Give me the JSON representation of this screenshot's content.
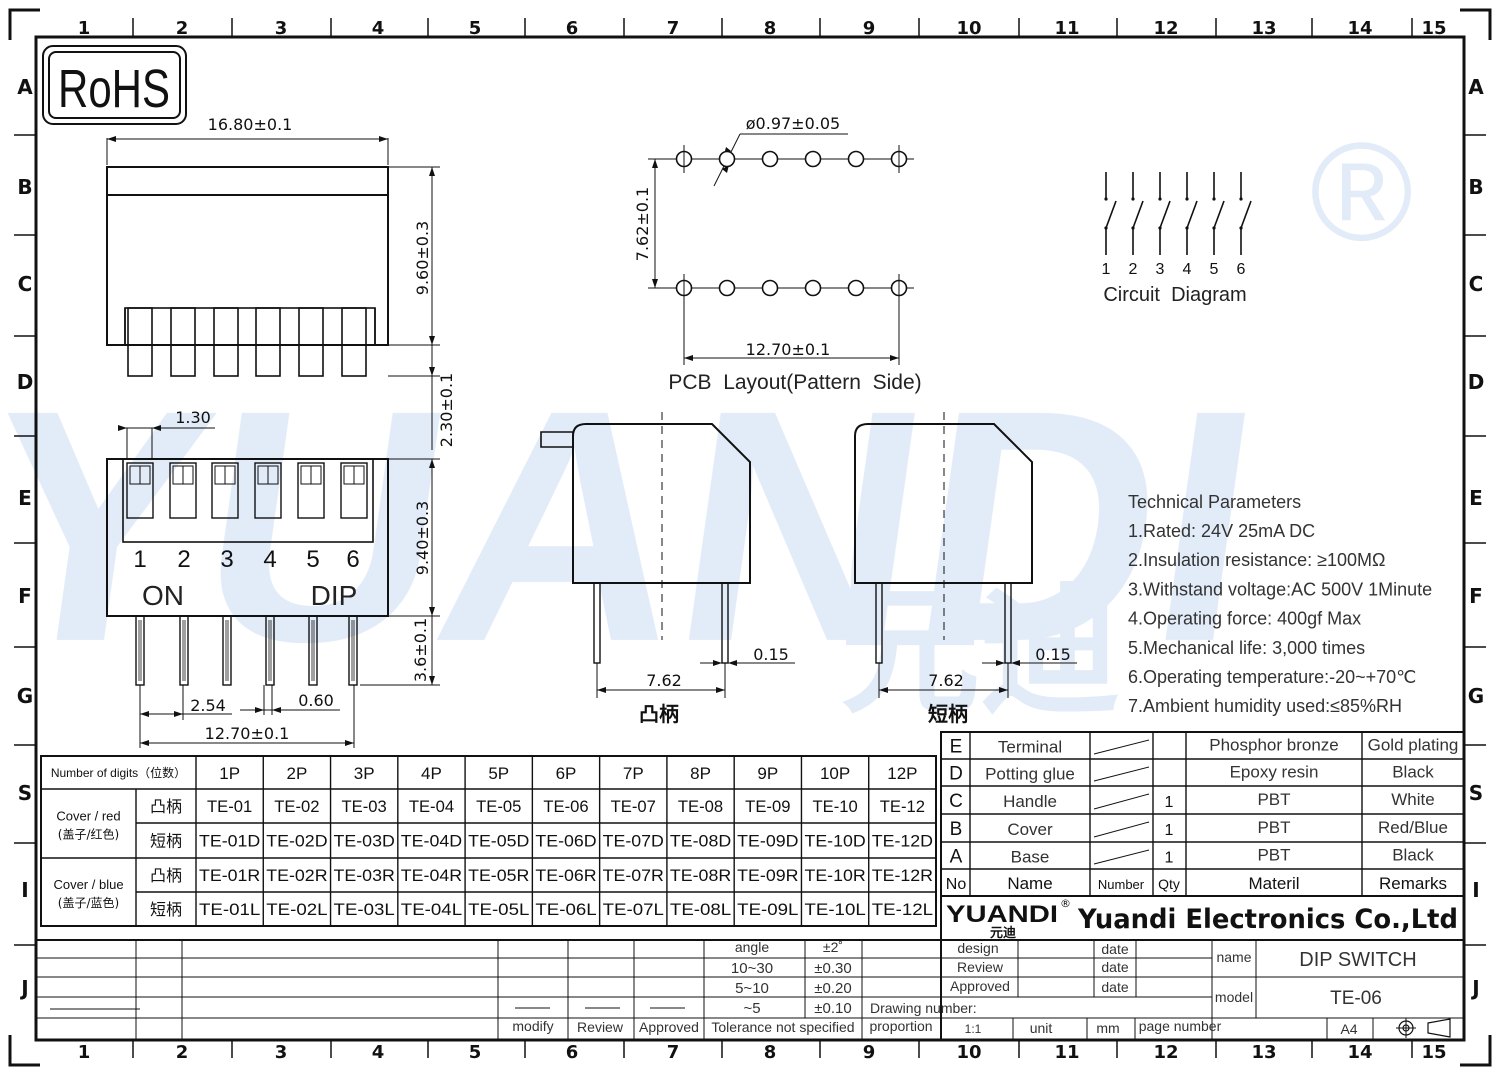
{
  "border": {
    "columns": [
      "1",
      "2",
      "3",
      "4",
      "5",
      "6",
      "7",
      "8",
      "9",
      "10",
      "11",
      "12",
      "13",
      "14",
      "15"
    ],
    "rows": [
      "A",
      "B",
      "C",
      "D",
      "E",
      "F",
      "G",
      "S",
      "I",
      "J"
    ]
  },
  "rohs": "RoHS",
  "watermark": {
    "text": "YUANDI",
    "cn": "元迪",
    "registered": "®"
  },
  "top_view": {
    "width_dim": "16.80±0.1",
    "height_dim": "9.60±0.3",
    "pin_dim": "2.30±0.1"
  },
  "front_view": {
    "pitch_dim": "1.30",
    "numbers": [
      "1",
      "2",
      "3",
      "4",
      "5",
      "6"
    ],
    "on_label": "ON",
    "dip_label": "DIP",
    "height_dim": "9.40±0.3",
    "pin_len_dim": "3.6±0.1",
    "pin_pitch_dim": "2.54",
    "pin_width_dim": "0.60",
    "span_dim": "12.70±0.1"
  },
  "pcb_layout": {
    "hole_dim": "ø0.97±0.05",
    "row_spacing_dim": "7.62±0.1",
    "span_dim": "12.70±0.1",
    "caption": "PCB  Layout(Pattern  Side)"
  },
  "side_views": [
    {
      "span": "7.62",
      "thickness": "0.15",
      "caption": "凸柄"
    },
    {
      "span": "7.62",
      "thickness": "0.15",
      "caption": "短柄"
    }
  ],
  "circuit": {
    "numbers": [
      "1",
      "2",
      "3",
      "4",
      "5",
      "6"
    ],
    "caption": "Circuit  Diagram"
  },
  "technical": {
    "title": "Technical Parameters",
    "lines": [
      "1.Rated: 24V 25mA  DC",
      "2.Insulation resistance: ≥100MΩ",
      "3.Withstand voltage:AC 500V 1Minute",
      "4.Operating force: 400gf Max",
      "5.Mechanical life: 3,000 times",
      "6.Operating temperature:-20~+70℃",
      "7.Ambient humidity used:≤85%RH"
    ]
  },
  "part_table": {
    "header_label": "Number of digits（位数）",
    "headers": [
      "1P",
      "2P",
      "3P",
      "4P",
      "5P",
      "6P",
      "7P",
      "8P",
      "9P",
      "10P",
      "12P"
    ],
    "groups": [
      {
        "label": "Cover / red",
        "sub": "(盖子/红色)",
        "rows": [
          {
            "type": "凸柄",
            "cells": [
              "TE-01",
              "TE-02",
              "TE-03",
              "TE-04",
              "TE-05",
              "TE-06",
              "TE-07",
              "TE-08",
              "TE-09",
              "TE-10",
              "TE-12"
            ]
          },
          {
            "type": "短柄",
            "cells": [
              "TE-01D",
              "TE-02D",
              "TE-03D",
              "TE-04D",
              "TE-05D",
              "TE-06D",
              "TE-07D",
              "TE-08D",
              "TE-09D",
              "TE-10D",
              "TE-12D"
            ]
          }
        ]
      },
      {
        "label": "Cover / blue",
        "sub": "(盖子/蓝色)",
        "rows": [
          {
            "type": "凸柄",
            "cells": [
              "TE-01R",
              "TE-02R",
              "TE-03R",
              "TE-04R",
              "TE-05R",
              "TE-06R",
              "TE-07R",
              "TE-08R",
              "TE-09R",
              "TE-10R",
              "TE-12R"
            ]
          },
          {
            "type": "短柄",
            "cells": [
              "TE-01L",
              "TE-02L",
              "TE-03L",
              "TE-04L",
              "TE-05L",
              "TE-06L",
              "TE-07L",
              "TE-08L",
              "TE-09L",
              "TE-10L",
              "TE-12L"
            ]
          }
        ]
      }
    ]
  },
  "bom": {
    "rows": [
      {
        "no": "E",
        "name": "Terminal",
        "qty": "",
        "material": "Phosphor bronze",
        "remarks": "Gold plating"
      },
      {
        "no": "D",
        "name": "Potting glue",
        "qty": "",
        "material": "Epoxy resin",
        "remarks": "Black"
      },
      {
        "no": "C",
        "name": "Handle",
        "qty": "1",
        "material": "PBT",
        "remarks": "White"
      },
      {
        "no": "B",
        "name": "Cover",
        "qty": "1",
        "material": "PBT",
        "remarks": "Red/Blue"
      },
      {
        "no": "A",
        "name": "Base",
        "qty": "1",
        "material": "PBT",
        "remarks": "Black"
      }
    ],
    "header": {
      "no": "No",
      "name": "Name",
      "number": "Number",
      "qty": "Qty",
      "material": "Materil",
      "remarks": "Remarks"
    }
  },
  "title_block": {
    "logo": "YUANDI",
    "logo_cn": "元迪",
    "logo_reg": "®",
    "company": "Yuandi Electronics Co.,Ltd",
    "design": "design",
    "review": "Review",
    "approved": "Approved",
    "date": "date",
    "name_label": "name",
    "name_value": "DIP SWITCH",
    "model_label": "model",
    "model_value": "TE-06",
    "drawing_number": "Drawing number:",
    "proportion": "proportion",
    "scale": "1:1",
    "unit": "unit",
    "mm": "mm",
    "page_number": "page number",
    "paper": "A4"
  },
  "tolerance": {
    "angle": "angle",
    "angle_tol": "±2˚",
    "rows": [
      {
        "range": "10~30",
        "tol": "±0.30"
      },
      {
        "range": "5~10",
        "tol": "±0.20"
      },
      {
        "range": "~5",
        "tol": "±0.10"
      }
    ],
    "caption": "Tolerance not specified",
    "modify": "modify",
    "review": "Review",
    "approved": "Approved"
  }
}
